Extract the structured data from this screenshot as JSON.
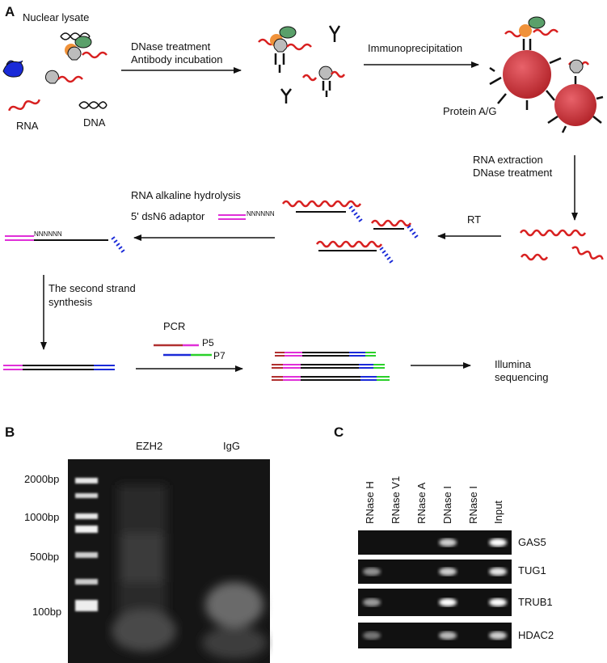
{
  "panel_a": {
    "letter": "A",
    "nuclear_lysate": "Nuclear lysate",
    "rna": "RNA",
    "dna": "DNA",
    "step1_line1": "DNase treatment",
    "step1_line2": "Antibody incubation",
    "step2": "Immunoprecipitation",
    "protein_ag": "Protein A/G",
    "step3_line1": "RNA extraction",
    "step3_line2": "DNase treatment",
    "rt": "RT",
    "hydrolysis": "RNA alkaline hydrolysis",
    "adaptor": "5' dsN6 adaptor",
    "nnnnnn": "NNNNNN",
    "second_line1": "The second strand",
    "second_line2": "synthesis",
    "pcr": "PCR",
    "p5": "P5",
    "p7": "P7",
    "illumina_line1": "Illumina",
    "illumina_line2": "sequencing"
  },
  "panel_b": {
    "letter": "B",
    "lanes": [
      "EZH2",
      "IgG"
    ],
    "markers": [
      "2000bp",
      "1000bp",
      "500bp",
      "100bp"
    ]
  },
  "panel_c": {
    "letter": "C",
    "columns": [
      "RNase H",
      "RNase V1",
      "RNase A",
      "DNase I",
      "RNase I",
      "Input"
    ],
    "rows": [
      "GAS5",
      "TUG1",
      "TRUB1",
      "HDAC2"
    ],
    "band_intensity": [
      [
        0,
        0,
        0,
        0.8,
        0,
        1.0
      ],
      [
        0.5,
        0,
        0,
        0.8,
        0,
        0.9
      ],
      [
        0.55,
        0,
        0,
        1.0,
        0,
        1.0
      ],
      [
        0.35,
        0,
        0,
        0.7,
        0,
        0.8
      ]
    ]
  }
}
